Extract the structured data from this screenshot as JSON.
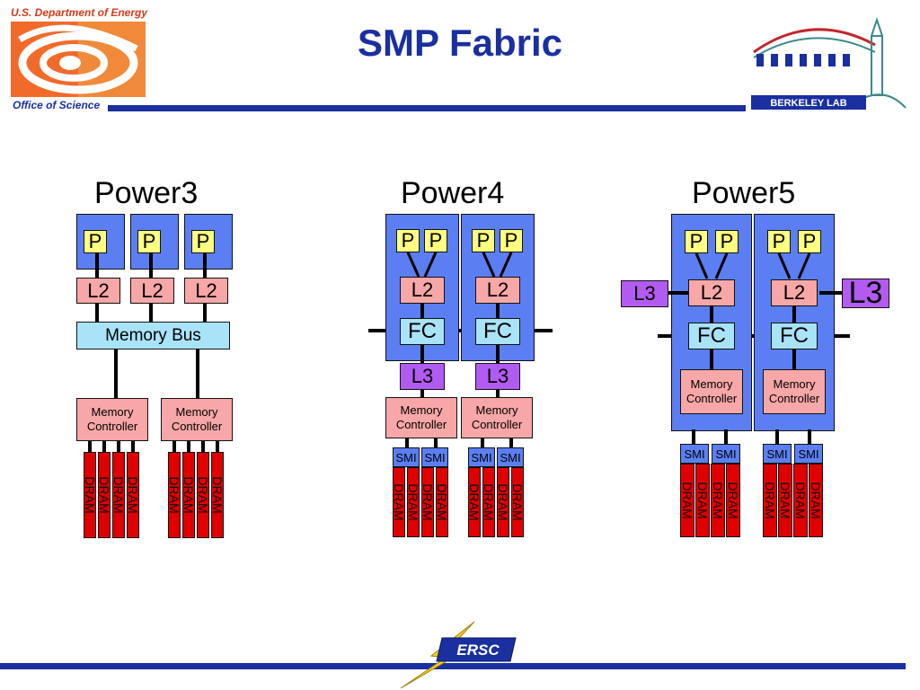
{
  "header": {
    "title": "SMP Fabric",
    "doe_top": "U.S. Department of Energy",
    "doe_bottom": "Office of Science",
    "berkeley_lab": "BERKELEY LAB"
  },
  "footer": {
    "nersc": "ERSC"
  },
  "labels": {
    "p": "P",
    "l2": "L2",
    "l3": "L3",
    "fc": "FC",
    "smi": "SMI",
    "dram": "DRAM",
    "memory_bus": "Memory Bus",
    "mc_line1": "Memory",
    "mc_line2": "Controller"
  },
  "chips": {
    "power3": "Power3",
    "power4": "Power4",
    "power5": "Power5"
  },
  "colors": {
    "title_blue": "#1a2fa0",
    "core_blue": "#5b7ff2",
    "p_yellow": "#ffff80",
    "l2_pink": "#f7a7a7",
    "fc_cyan": "#a9e3f7",
    "l3_purple": "#b25bf2",
    "dram_red": "#e00000"
  }
}
